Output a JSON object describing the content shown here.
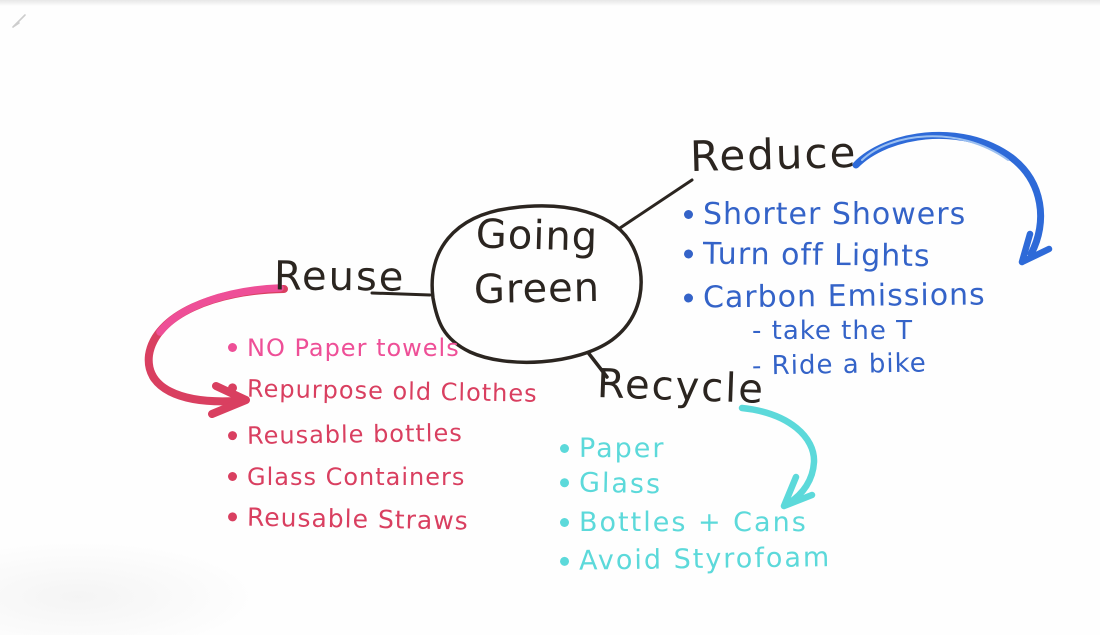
{
  "title": {
    "line1": "Going",
    "line2": "Green"
  },
  "colors": {
    "marker_black": "#2b2520",
    "blue": "#3463c8",
    "blue_arrow": "#2e6ad8",
    "pink_bright": "#ee4f97",
    "pink": "#d93f60",
    "cyan": "#5cd9da",
    "board_edge": "#e7e7e7"
  },
  "icons": {
    "reduce_arrow": "curved-arrow-down-right",
    "reuse_arrow": "curved-arrow-loop-right",
    "recycle_arrow": "curved-arrow-down-left",
    "bullet": "round-dot"
  },
  "branches": {
    "reduce": {
      "label": "Reduce",
      "items": [
        "Shorter Showers",
        "Turn off Lights",
        "Carbon Emissions"
      ],
      "subitems": [
        "- take the T",
        "- Ride a bike"
      ]
    },
    "reuse": {
      "label": "Reuse",
      "items": [
        "NO Paper towels",
        "Repurpose old Clothes",
        "Reusable bottles",
        "Glass Containers",
        "Reusable Straws"
      ]
    },
    "recycle": {
      "label": "Recycle",
      "items": [
        "Paper",
        "Glass",
        "Bottles + Cans",
        "Avoid Styrofoam"
      ]
    }
  }
}
